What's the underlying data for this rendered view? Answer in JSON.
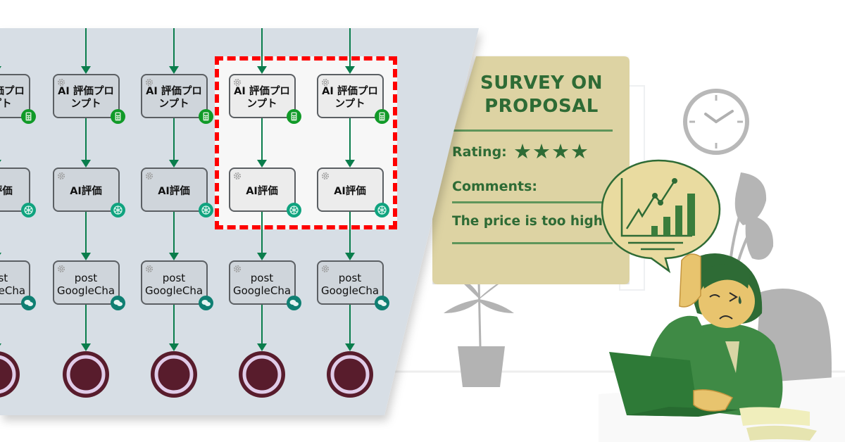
{
  "diagram": {
    "columns": [
      {
        "prompt_label": "AI 評価プロ\nンプト",
        "eval_label": "AI評価",
        "post_label": "post\nGoogleCha",
        "highlighted": false
      },
      {
        "prompt_label": "AI 評価プロ\nンプト",
        "eval_label": "AI評価",
        "post_label": "post\nGoogleCha",
        "highlighted": false
      },
      {
        "prompt_label": "AI 評価プロ\nンプト",
        "eval_label": "AI評価",
        "post_label": "post\nGoogleCha",
        "highlighted": false
      },
      {
        "prompt_label": "AI 評価プロ\nンプト",
        "eval_label": "AI評価",
        "post_label": "post\nGoogleCha",
        "highlighted": true
      },
      {
        "prompt_label": "AI 評価プロ\nンプト",
        "eval_label": "AI評価",
        "post_label": "post\nGoogleCha",
        "highlighted": true
      }
    ],
    "icons": {
      "node_corner": "gear-icon",
      "prompt_badge": "calculator-icon",
      "eval_badge": "openai-icon",
      "post_badge": "chat-bubble-icon",
      "end": "end-event-icon"
    },
    "colors": {
      "canvas": "#d7dee5",
      "connector": "#0a7d4c",
      "highlight_border": "#ff0000",
      "end_event": "#581c2c",
      "end_ring": "#e0cce8",
      "badge_calc": "#119a28",
      "badge_openai": "#10a37f",
      "badge_chat": "#0f7f72"
    }
  },
  "survey_card": {
    "title": "SURVEY ON\nPROPOSAL",
    "rating_label": "Rating:",
    "rating_stars": 4,
    "stars_text": "★★★★",
    "comments_label": "Comments:",
    "comment_text": "The price is too high",
    "colors": {
      "card": "#ddd3a3",
      "text": "#2e6b35"
    }
  },
  "illustration": {
    "subject": "stressed businesswoman at laptop",
    "thought_bubble": "chart-growth-icon",
    "clock_icon": "wall-clock-icon",
    "plants": [
      "potted-plant-icon",
      "monstera-plant-icon"
    ]
  }
}
